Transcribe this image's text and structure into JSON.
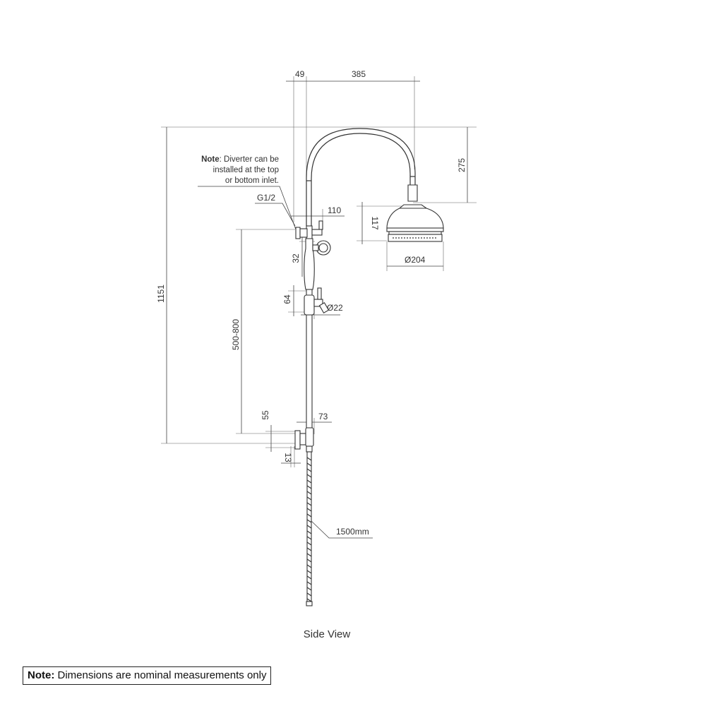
{
  "dimensions": {
    "offset_49": "49",
    "arm_385": "385",
    "overall_height": "1151",
    "arm_drop": "275",
    "head_height": "117",
    "diverter_110": "110",
    "head_diameter": "Ø204",
    "spacing_32": "32",
    "spacing_64": "64",
    "outlet_diameter": "Ø22",
    "adjustable_range": "500-800",
    "bracket_55": "55",
    "bracket_73": "73",
    "bracket_13": "13",
    "hose_length": "1500mm",
    "inlet_thread": "G1/2"
  },
  "diverter_note": {
    "label": "Note",
    "line1": ": Diverter can be",
    "line2": "installed at the top",
    "line3": "or bottom inlet."
  },
  "caption": "Side View",
  "footer_note": {
    "label": "Note:",
    "text": " Dimensions are nominal measurements only"
  }
}
